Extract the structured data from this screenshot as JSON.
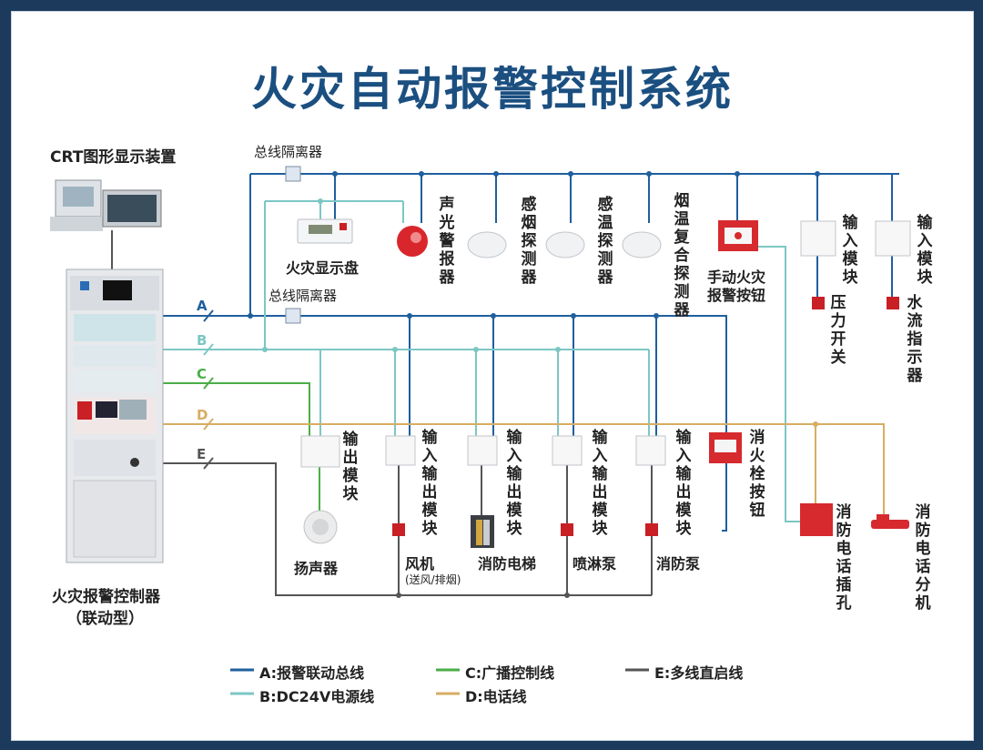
{
  "title": "火灾自动报警控制系统",
  "crt_label": "CRT图形显示装置",
  "bus_isolator_1": "总线隔离器",
  "bus_isolator_2": "总线隔离器",
  "fire_display": "火灾显示盘",
  "controller_label": "火灾报警控制器",
  "controller_sub": "（联动型）",
  "bus_letters": [
    "A",
    "B",
    "C",
    "D",
    "E"
  ],
  "top_devices": {
    "sound_light_alarm": "声光警报器",
    "smoke_detector": "感烟探测器",
    "heat_detector": "感温探测器",
    "combo_detector": "烟温复合探测器",
    "manual_alarm_line1": "手动火灾",
    "manual_alarm_line2": "报警按钮",
    "input_module_1": "输入模块",
    "input_module_2": "输入模块",
    "pressure_switch": "压力开关",
    "water_flow": "水流指示器"
  },
  "bottom_devices": {
    "output_module": "输出模块",
    "io_module_1": "输入输出模块",
    "io_module_2": "输入输出模块",
    "io_module_3": "输入输出模块",
    "io_module_4": "输入输出模块",
    "hydrant_button": "消火栓按钮",
    "speaker": "扬声器",
    "fan": "风机",
    "fan_sub": "(送风/排烟)",
    "elevator": "消防电梯",
    "sprinkler_pump": "喷淋泵",
    "fire_pump": "消防泵",
    "phone_jack": "消防电话插孔",
    "phone_ext": "消防电话分机"
  },
  "legend": [
    {
      "text": "A:报警联动总线",
      "color": "#1f5f9e"
    },
    {
      "text": "B:DC24V电源线",
      "color": "#7cc7c4"
    },
    {
      "text": "C:广播控制线",
      "color": "#4aae47"
    },
    {
      "text": "D:电话线",
      "color": "#d7ad63"
    },
    {
      "text": "E:多线直启线",
      "color": "#555555"
    }
  ]
}
